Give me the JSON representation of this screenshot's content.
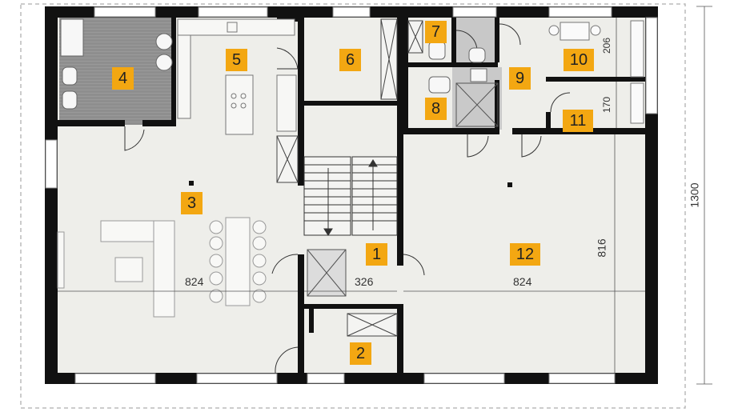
{
  "rooms": [
    {
      "id": "1",
      "label": "1"
    },
    {
      "id": "2",
      "label": "2"
    },
    {
      "id": "3",
      "label": "3"
    },
    {
      "id": "4",
      "label": "4"
    },
    {
      "id": "5",
      "label": "5"
    },
    {
      "id": "6",
      "label": "6"
    },
    {
      "id": "7",
      "label": "7"
    },
    {
      "id": "8",
      "label": "8"
    },
    {
      "id": "9",
      "label": "9"
    },
    {
      "id": "10",
      "label": "10"
    },
    {
      "id": "11",
      "label": "11"
    },
    {
      "id": "12",
      "label": "12"
    }
  ],
  "dimensions": {
    "width_left": "824",
    "width_stair": "326",
    "width_right": "824",
    "height_room12": "816",
    "height_total": "1300",
    "height_room10": "206",
    "height_room11": "170"
  },
  "colors": {
    "label_bg": "#f3a712",
    "wall": "#111111",
    "floor": "#eeeeea",
    "bathroom_floor": "#9a9a9a",
    "wet_floor": "#c9c9c9"
  }
}
